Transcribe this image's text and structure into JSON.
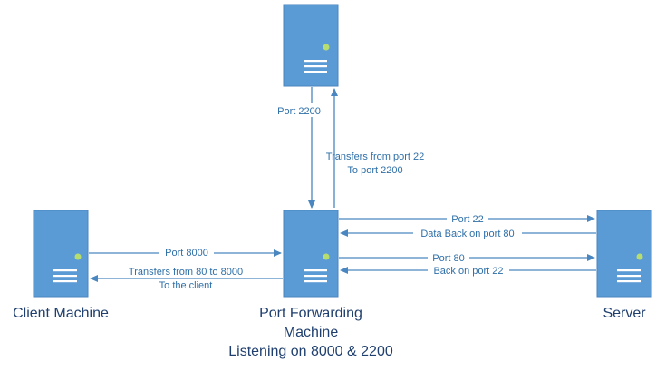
{
  "colors": {
    "server_fill": "#5b9bd5",
    "server_stroke": "#4a86bf",
    "led": "#b7dd6e",
    "arrow": "#4a86bf",
    "label_text": "#2e6fa8",
    "title_text": "#1f3f6e"
  },
  "nodes": {
    "top": {
      "label": ""
    },
    "client": {
      "label": "Client Machine"
    },
    "forwarder": {
      "label_line1": "Port Forwarding",
      "label_line2": "Machine",
      "label_line3": "Listening on 8000 & 2200"
    },
    "server": {
      "label": "Server"
    }
  },
  "connections": {
    "port_2200": "Port 2200",
    "transfers_22_line1": "Transfers from port 22",
    "transfers_22_line2": "To port 2200",
    "port_8000": "Port 8000",
    "transfers_80_line1": "Transfers from 80 to 8000",
    "transfers_80_line2": "To the client",
    "port_22": "Port 22",
    "data_back_80": "Data Back on port 80",
    "port_80": "Port 80",
    "back_22": "Back on port 22"
  }
}
